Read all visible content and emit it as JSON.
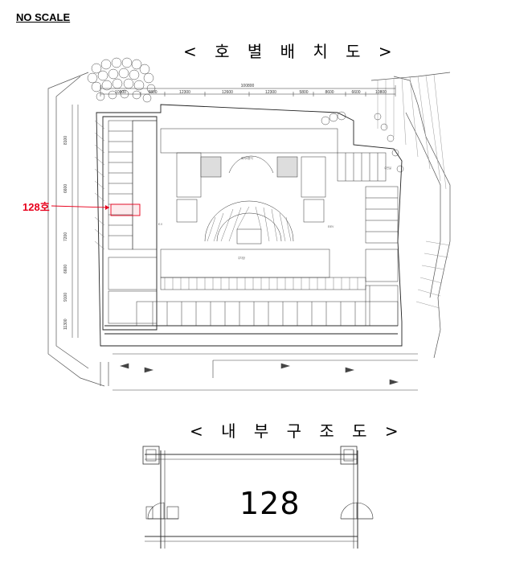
{
  "header": {
    "scale_note": "NO SCALE"
  },
  "site_plan": {
    "title": "< 호 별 배 치 도 >",
    "highlight_label": "128호",
    "overall_dimension": "100800",
    "top_dimensions": [
      "10800",
      "5800",
      "12300",
      "12600",
      "12300",
      "5800",
      "8600",
      "6600",
      "10800"
    ],
    "left_dimensions": [
      "8100",
      "6600",
      "7200",
      "6600",
      "9100",
      "11300"
    ],
    "room_labels": [
      "주차장",
      "회의라운지",
      "E.V",
      "E/EV",
      "수전실"
    ]
  },
  "interior": {
    "title": "< 내 부 구 조 도 >",
    "unit_number": "128"
  },
  "colors": {
    "highlight": "#e8001c",
    "line": "#222222"
  }
}
